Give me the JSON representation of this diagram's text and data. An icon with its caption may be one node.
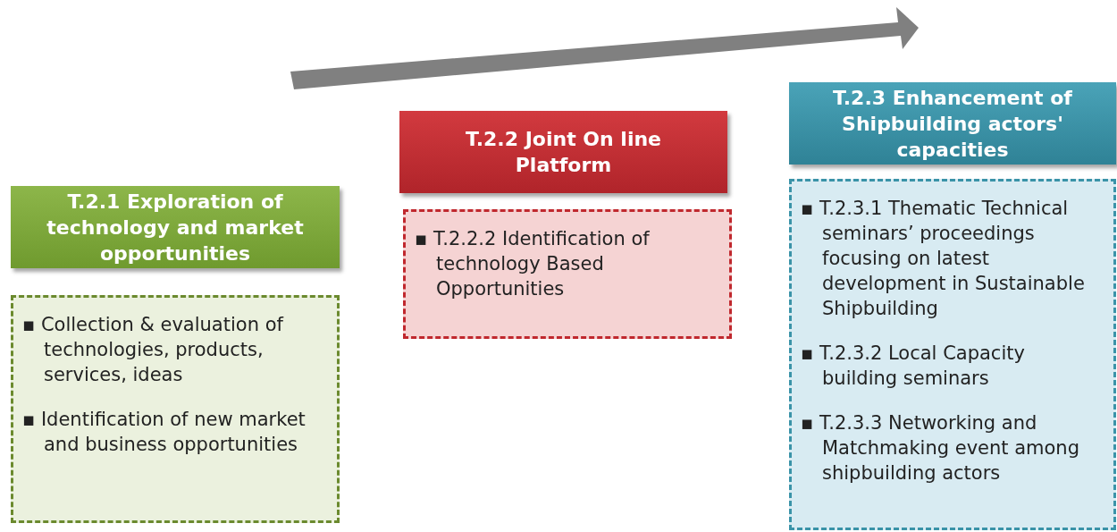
{
  "diagram": {
    "nodes": [
      {
        "text": [
          "T.2.1 Exploration of technology and market opportunities"
        ]
      },
      {
        "text": [
          "▪ Collection & evaluation of technologies, products, services, ideas",
          "▪ Identification of new market and business opportunities"
        ]
      },
      {
        "text": [
          "T.2.2 Joint On line Platform"
        ]
      },
      {
        "text": [
          "▪ T.2.2.2 Identification of technology Based Opportunities"
        ]
      },
      {
        "text": [
          "T.2.3 Enhancement of Shipbuilding actors' capacities"
        ]
      },
      {
        "text": [
          "▪ T.2.3.1 Thematic Technical seminars’ proceedings focusing on latest development in Sustainable Shipbuilding",
          "▪ T.2.3.2 Local Capacity building seminars",
          "▪ T.2.3.3 Networking and Matchmaking event among shipbuilding actors"
        ]
      }
    ],
    "edges": []
  }
}
